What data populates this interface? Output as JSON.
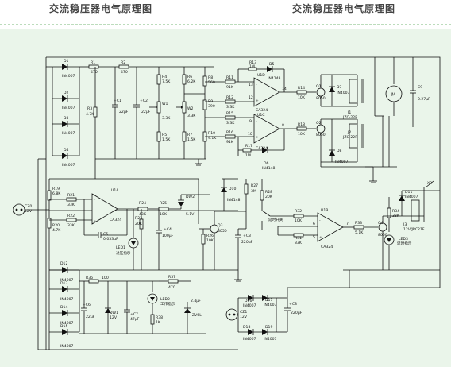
{
  "titles": {
    "left": "交流稳压器电气原理图",
    "right": "交流稳压器电气原理图"
  },
  "labels": {
    "D1": "D1",
    "D1v": "IN4007",
    "D2": "D2",
    "D2v": "IN4007",
    "D3": "D3",
    "D3v": "IN4007",
    "D4": "D4",
    "D4v": "IN4007",
    "R1": "R1",
    "R1v": "470",
    "R2": "R2",
    "R2v": "470",
    "R3": "R3",
    "R3v": "4.7K",
    "C1": "+C1",
    "C1v": "22μF",
    "C2": "+C2",
    "C2v": "22μF",
    "R4": "R4",
    "R4v": "7.5K",
    "R5": "R5",
    "R5v": "1.5K",
    "W1": "W1",
    "W1v": "3.3K",
    "W2": "W2",
    "W2v": "3.3K",
    "R6": "R6",
    "R6v": "6.2K",
    "R7": "R7",
    "R7v": "1.5K",
    "R8": "R8",
    "R8v": "560",
    "R9": "R9",
    "R9v": "390",
    "R10": "R10",
    "R10v": "9.1K",
    "R11": "R11",
    "R11v": "91K",
    "R12": "R12",
    "R12v": "3.3K",
    "R13": "R13",
    "R13v": "1M",
    "D5": "D5",
    "D5v": "IN4148",
    "U1D": "U1D",
    "U1Dv": "CA324",
    "pin13": "13",
    "pin12": "12",
    "pin14": "14",
    "R14": "R14",
    "R14v": "10K",
    "Q1": "Q1",
    "Q1v": "8050",
    "D7": "D7",
    "D7v": "IN4007",
    "J1": "J1",
    "J1v": "JZC-22F",
    "M": "M",
    "C9": "C9",
    "C9v": "0.27μF",
    "R15": "R15",
    "R15v": "3.3K",
    "R16": "R16",
    "R16v": "91K",
    "U1C": "U1C",
    "U1Cv": "CA324",
    "pin9": "9",
    "pin10": "10",
    "pin8": "8",
    "R17": "R17",
    "R17v": "1M",
    "D6": "D6",
    "D6v": "IN4148",
    "R18": "R18",
    "R18v": "10K",
    "Q2": "Q2",
    "Q2v": "8050",
    "J2": "J2",
    "J2v": "JZC-22F",
    "D8": "D8",
    "D8v": "IN4007",
    "CZ0": "CZ0",
    "CZ0v": "12V",
    "R19": "R19",
    "R19v": "6.8K",
    "R20": "R20",
    "R20v": "4.7K",
    "R21": "R21",
    "R21v": "33K",
    "R22": "R22",
    "R22v": "33K",
    "U1A": "U1A",
    "U1Av": "CA324",
    "C5": "C5",
    "C5v": "0.033μF",
    "LED1": "LED1",
    "LED1v": "过压指示",
    "R24": "R24",
    "R24v": "43K",
    "R25": "R25",
    "R25v": "10K",
    "R23": "R23",
    "R23v": "20K",
    "C4": "+C4",
    "C4v": "100μF",
    "DW2": "DW2",
    "DW2v": "5.1V",
    "D10": "D10",
    "D10v": "IN4148",
    "R27": "R27",
    "R27v": "3M",
    "R28": "R28",
    "R28v": "20K",
    "K1": "延时开关",
    "Q3": "Q3",
    "Q3v": "8050",
    "R26": "R26",
    "R26v": "10K",
    "C3": "+C3",
    "C3v": "220μF",
    "R32": "R32",
    "R32v": "10K",
    "R31": "R31",
    "R31v": "33K",
    "U1B": "U1B",
    "U1Bv": "CA324",
    "pin7": "7",
    "pin6": "6",
    "pin5": "5",
    "R33": "R33",
    "R33v": "5.1K",
    "Q4": "Q4",
    "Q4v": "8050",
    "R34": "R34",
    "R34v": "33K",
    "LED3": "LED3",
    "LED3v": "延时指示",
    "D11": "D11",
    "D11v": "IN4007",
    "J3": "J3",
    "J3v": "12V/JRC21F",
    "X3": "X3",
    "D12": "D12",
    "D12v": "IN4007",
    "D13": "D13",
    "D13v": "IN4007",
    "D14": "D14",
    "D14v": "IN4007",
    "D15": "D15",
    "D15v": "IN4007",
    "R36": "R36",
    "R36v": "100",
    "R37": "R37",
    "R37v": "470",
    "C6": "+C6",
    "C6v": "22μF",
    "DW1": "DW1",
    "DW1v": "12V",
    "C7": "+C7",
    "C7v": "47μF",
    "LED2": "LED2",
    "LED2v": "工作指示",
    "R38": "R38",
    "R38v": "1K",
    "C8x": "2.4μF",
    "ZV6L": "ZV6L",
    "D16": "D16",
    "D16v": "IN4007",
    "D17": "D17",
    "D17v": "IN4007",
    "D18": "D18",
    "D18v": "IN4007",
    "D19": "D19",
    "D19v": "IN4007",
    "CZ1": "CZ1",
    "CZ1v": "12V",
    "C8": "+C8",
    "C8v": "220μF"
  }
}
